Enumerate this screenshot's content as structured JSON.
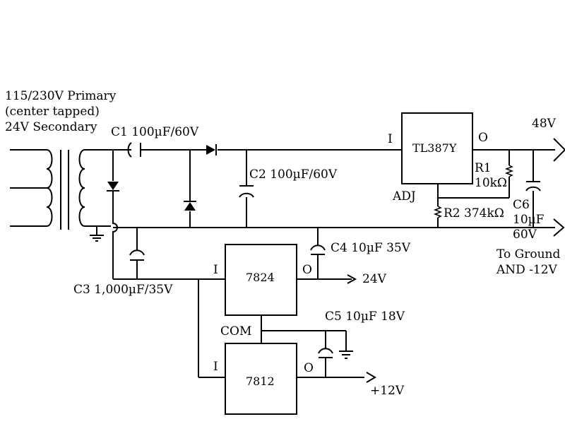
{
  "transformer": {
    "line1": "115/230V Primary",
    "line2": "(center tapped)",
    "line3": "24V Secondary"
  },
  "capacitors": {
    "c1": "C1 100µF/60V",
    "c2": "C2 100µF/60V",
    "c3": "C3 1,000µF/35V",
    "c4": "C4 10µF 35V",
    "c5": "C5 10µF 18V",
    "c6_name": "C6",
    "c6_value": "10µF",
    "c6_voltage": "60V"
  },
  "resistors": {
    "r1_name": "R1",
    "r1_value": "10kΩ",
    "r2": "R2 374kΩ"
  },
  "regulators": {
    "tl387": {
      "name": "TL387Y",
      "in": "I",
      "out": "O",
      "adj": "ADJ"
    },
    "r7824": {
      "name": "7824",
      "in": "I",
      "out": "O",
      "common": "COM"
    },
    "r7812": {
      "name": "7812",
      "in": "I",
      "out": "O"
    }
  },
  "outputs": {
    "v48": "48V",
    "v24": "24V",
    "v12": "+12V",
    "ground_line1": "To Ground",
    "ground_line2": "AND -12V"
  }
}
